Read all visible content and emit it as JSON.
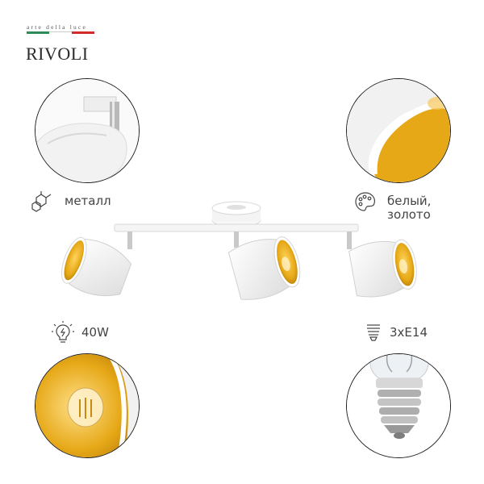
{
  "brand": {
    "tagline": "arte della luce",
    "name": "RIVOLI",
    "stripe_colors": [
      "#2e8b57",
      "#ffffff",
      "#d22b2b"
    ]
  },
  "specs": {
    "material": {
      "icon": "molecule-icon",
      "text": "металл"
    },
    "color": {
      "icon": "palette-icon",
      "line1": "белый,",
      "line2": "золото"
    },
    "power": {
      "icon": "bulb-icon",
      "text": "40W"
    },
    "socket": {
      "icon": "socket-base-icon",
      "text": "3xE14"
    }
  },
  "colors": {
    "shade_white": "#f4f4f4",
    "shade_gold": "#e6a817",
    "line": "#1e1e1e"
  }
}
